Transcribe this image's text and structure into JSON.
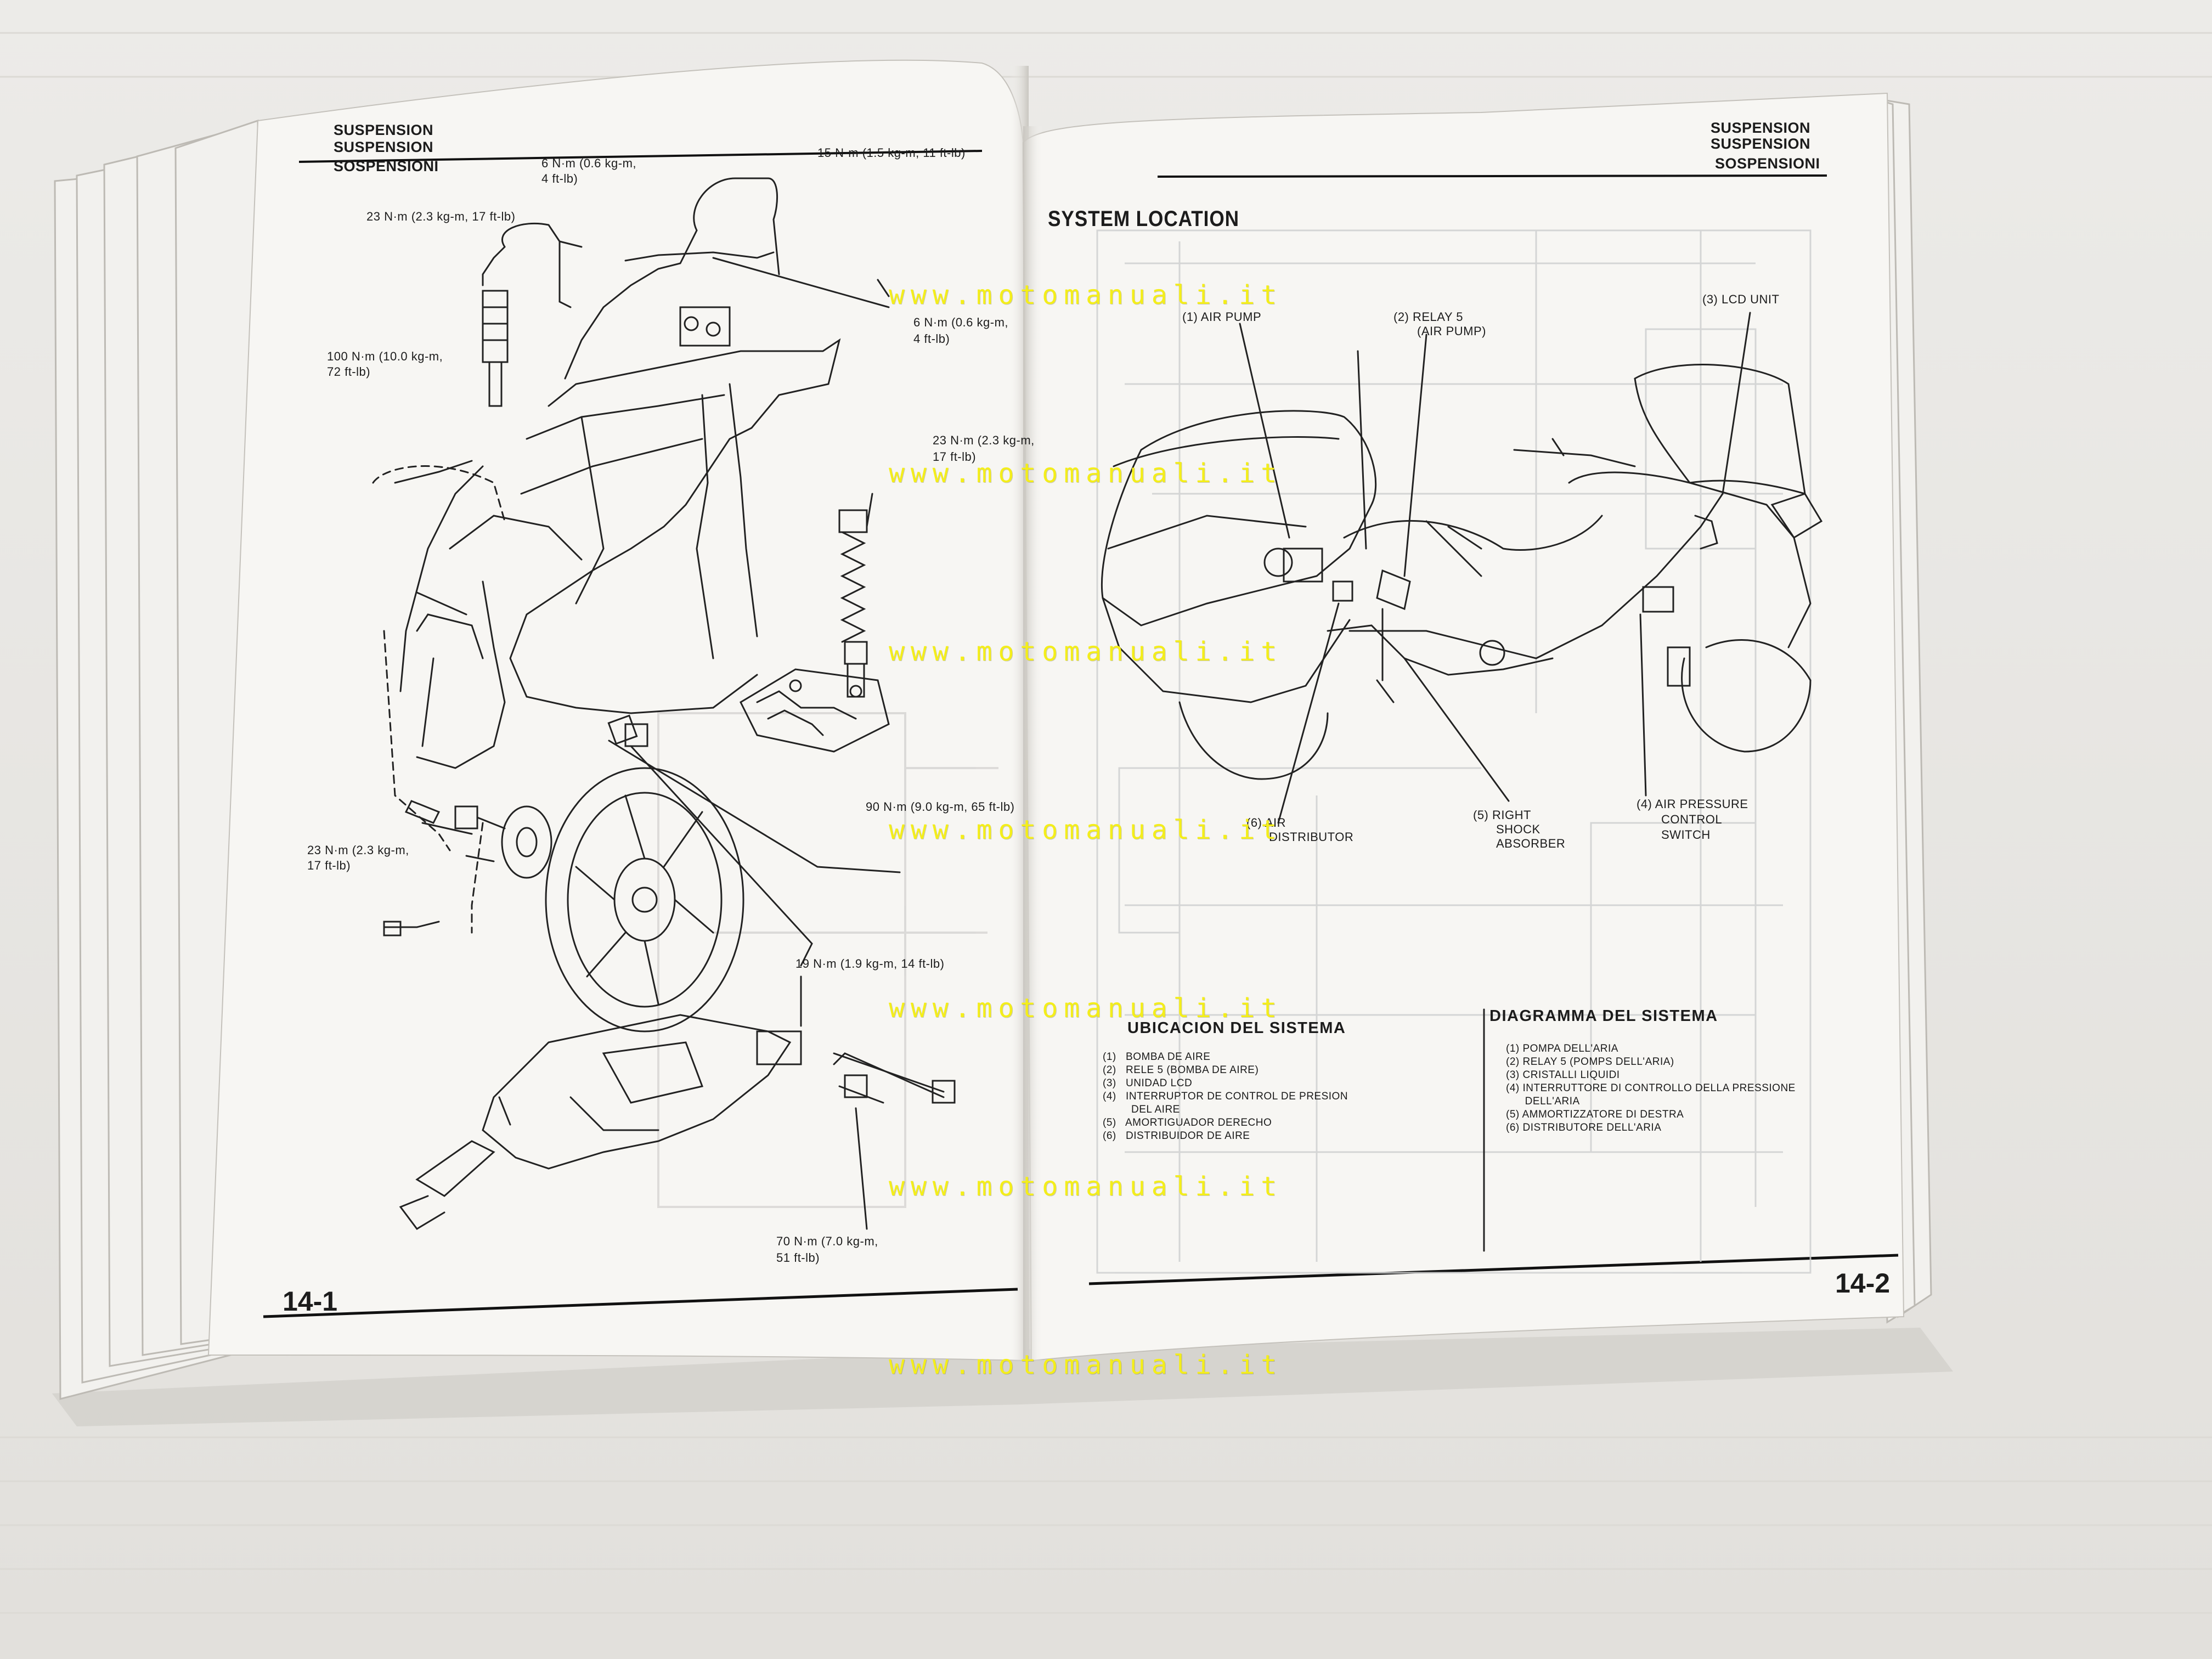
{
  "left_page": {
    "header": [
      "SUSPENSION",
      "SUSPENSION",
      "SOSPENSIONI"
    ],
    "torque_labels": {
      "t23_top": [
        "23 N·m (2.3 kg-m, 17 ft-lb)"
      ],
      "t6_top": [
        "6 N·m (0.6 kg-m,",
        "4 ft-lb)"
      ],
      "t15": [
        "15 N·m (1.5 kg-m, 11 ft-lb)"
      ],
      "t6_right": [
        "6 N·m (0.6 kg-m,",
        "4 ft-lb)"
      ],
      "t100": [
        "100 N·m (10.0 kg-m,",
        "72 ft-lb)"
      ],
      "t23_right": [
        "23 N·m (2.3 kg-m,",
        "17 ft-lb)"
      ],
      "t90": [
        "90 N·m (9.0 kg-m, 65 ft-lb)"
      ],
      "t23_left": [
        "23 N·m (2.3 kg-m,",
        "17 ft-lb)"
      ],
      "t19": [
        "19 N·m (1.9 kg-m, 14 ft-lb)"
      ],
      "t70": [
        "70 N·m (7.0 kg-m,",
        "51 ft-lb)"
      ]
    },
    "page_number": "14-1"
  },
  "right_page": {
    "header": [
      "SUSPENSION",
      "SUSPENSION",
      "SOSPENSIONI"
    ],
    "title": "SYSTEM LOCATION",
    "callouts": {
      "air_pump": [
        "(1) AIR PUMP"
      ],
      "relay5": [
        "(2) RELAY 5",
        "(AIR PUMP)"
      ],
      "lcd": [
        "(3) LCD UNIT"
      ],
      "distributor": [
        "(6) AIR",
        "DISTRIBUTOR"
      ],
      "shock": [
        "(5) RIGHT",
        "SHOCK",
        "ABSORBER"
      ],
      "switch": [
        "(4)  AIR PRESSURE",
        "CONTROL",
        "SWITCH"
      ]
    },
    "spanish": {
      "title": "UBICACION DEL SISTEMA",
      "items": [
        "(1)   BOMBA DE AIRE",
        "(2)   RELE 5 (BOMBA DE AIRE)",
        "(3)   UNIDAD LCD",
        "(4)   INTERRUPTOR DE CONTROL DE PRESION",
        "         DEL AIRE",
        "(5)   AMORTIGUADOR DERECHO",
        "(6)   DISTRIBUIDOR DE AIRE"
      ]
    },
    "italian": {
      "title": "DIAGRAMMA DEL SISTEMA",
      "items": [
        "(1) POMPA DELL'ARIA",
        "(2) RELAY 5 (POMPS DELL'ARIA)",
        "(3) CRISTALLI LIQUIDI",
        "(4) INTERRUTTORE DI CONTROLLO DELLA PRESSIONE",
        "      DELL'ARIA",
        "(5) AMMORTIZZATORE DI DESTRA",
        "(6) DISTRIBUTORE DELL'ARIA"
      ]
    },
    "page_number": "14-2"
  },
  "watermark": "www.motomanuali.it",
  "colors": {
    "background": "#e9e7e4",
    "paper": "#f7f6f3",
    "ink": "#1c1c1c",
    "watermark": "#f4ee1a"
  }
}
